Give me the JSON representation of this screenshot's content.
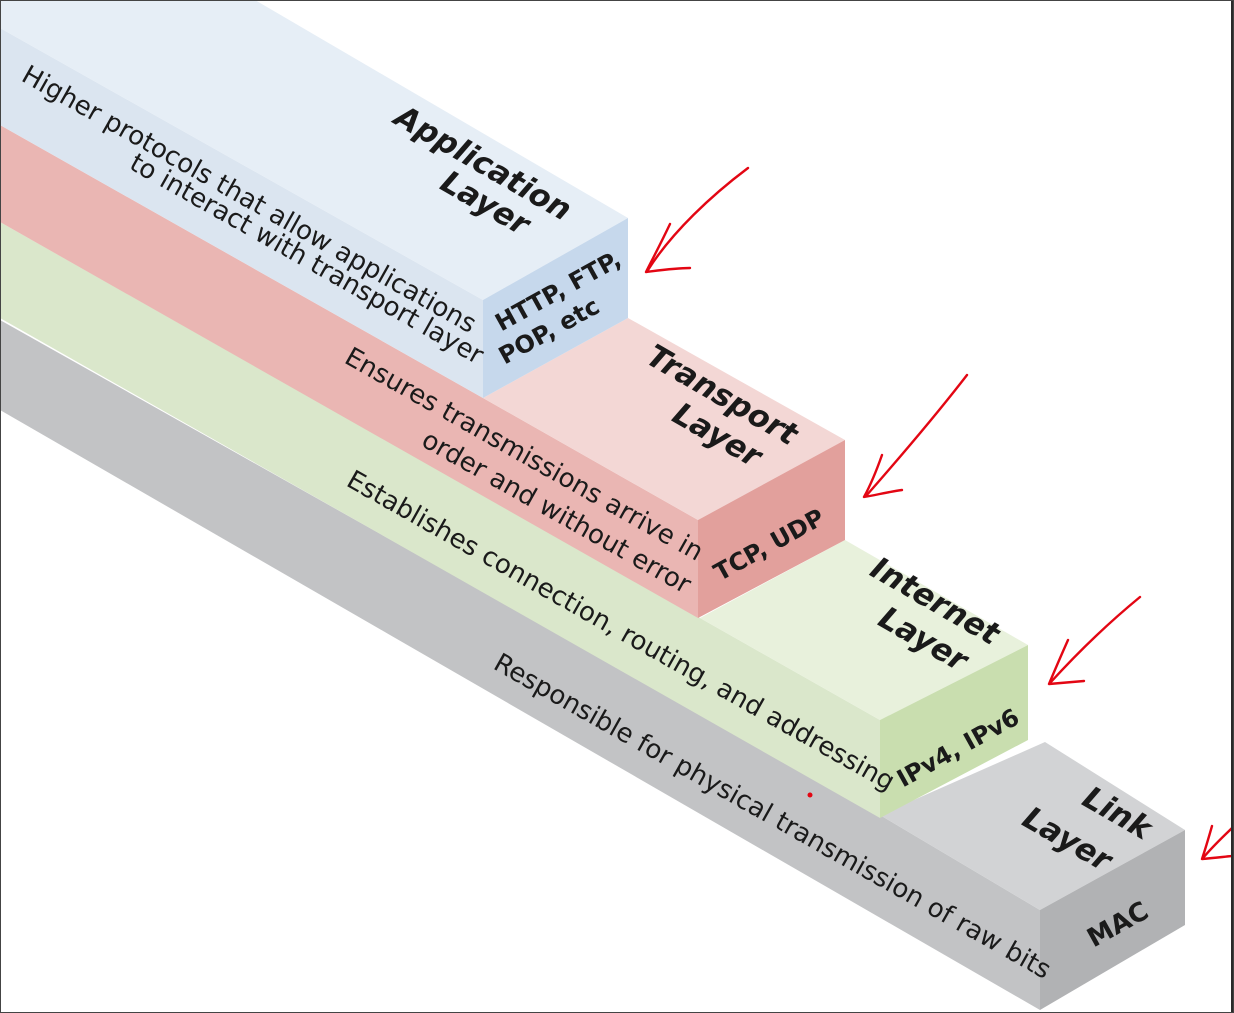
{
  "layers": [
    {
      "name_line1": "Application",
      "name_line2": "Layer",
      "description_line1": "Higher protocols that allow applications",
      "description_line2": "to interact with transport layer",
      "protocols_line1": "HTTP, FTP,",
      "protocols_line2": "POP, etc",
      "colors": {
        "top": "#e6eef6",
        "side": "#dbe5f0",
        "front": "#c6d8ec"
      }
    },
    {
      "name_line1": "Transport",
      "name_line2": "Layer",
      "description_line1": "Ensures transmissions arrive in",
      "description_line2": "order and without error",
      "protocols_line1": "TCP, UDP",
      "colors": {
        "top": "#f3d7d5",
        "side": "#eab6b3",
        "front": "#e2a09c"
      }
    },
    {
      "name_line1": "Internet",
      "name_line2": "Layer",
      "description_line1": "Establishes connection, routing, and addressing",
      "protocols_line1": "IPv4, IPv6",
      "colors": {
        "top": "#e8f1dc",
        "side": "#dae7cb",
        "front": "#c9deaf"
      }
    },
    {
      "name_line1": "Link",
      "name_line2": "Layer",
      "description_line1": "Responsible for physical transmission of raw bits",
      "protocols_line1": "MAC",
      "colors": {
        "top": "#d2d3d5",
        "side": "#c2c3c5",
        "front": "#b1b2b4"
      }
    }
  ],
  "annotation_color": "#e30613"
}
